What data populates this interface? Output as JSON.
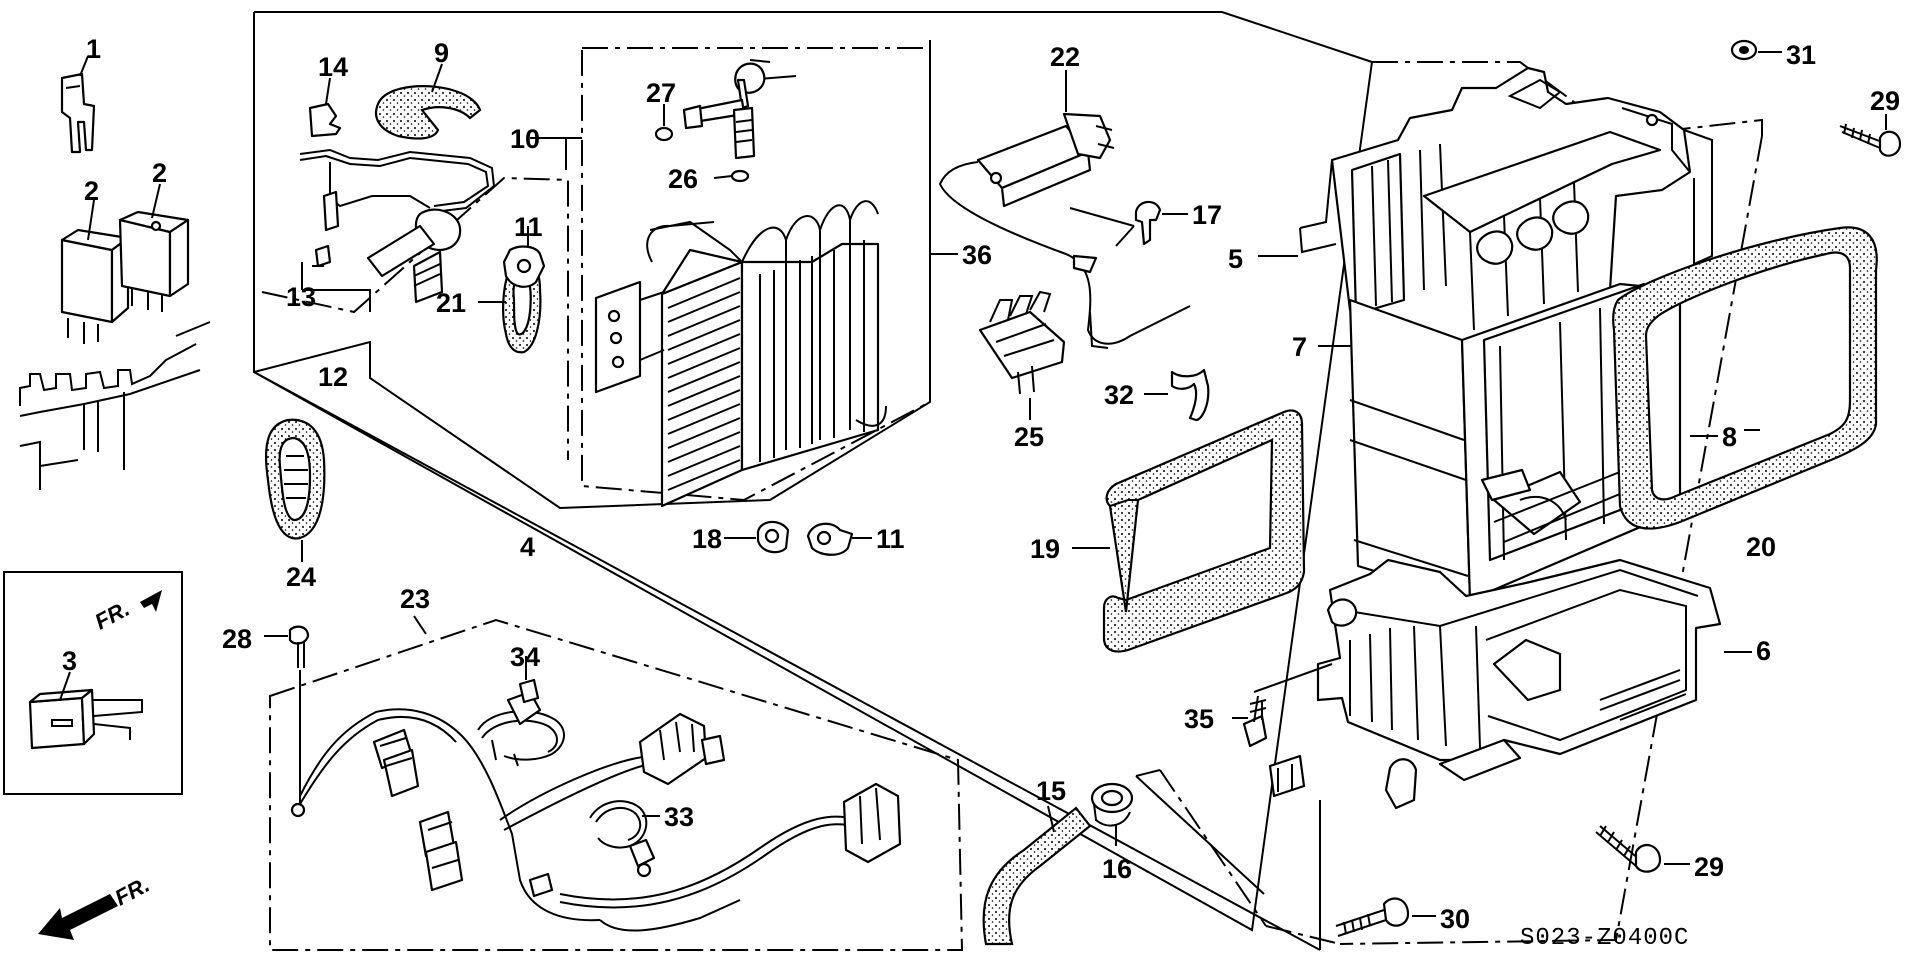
{
  "diagram": {
    "diagram_code": "S023-Z0400C",
    "direction_labels": [
      "FR.",
      "FR."
    ],
    "callouts": {
      "c1": "1",
      "c2a": "2",
      "c2b": "2",
      "c3": "3",
      "c4": "4",
      "c5": "5",
      "c6": "6",
      "c7": "7",
      "c8": "8",
      "c9": "9",
      "c10": "10",
      "c11a": "11",
      "c11b": "11",
      "c12": "12",
      "c13": "13",
      "c14": "14",
      "c15": "15",
      "c16": "16",
      "c17": "17",
      "c18": "18",
      "c19": "19",
      "c20": "20",
      "c21": "21",
      "c22": "22",
      "c23": "23",
      "c24": "24",
      "c25": "25",
      "c26": "26",
      "c27": "27",
      "c28": "28",
      "c29a": "29",
      "c29b": "29",
      "c30": "30",
      "c31": "31",
      "c32": "32",
      "c33": "33",
      "c34": "34",
      "c35": "35",
      "c36": "36"
    }
  }
}
